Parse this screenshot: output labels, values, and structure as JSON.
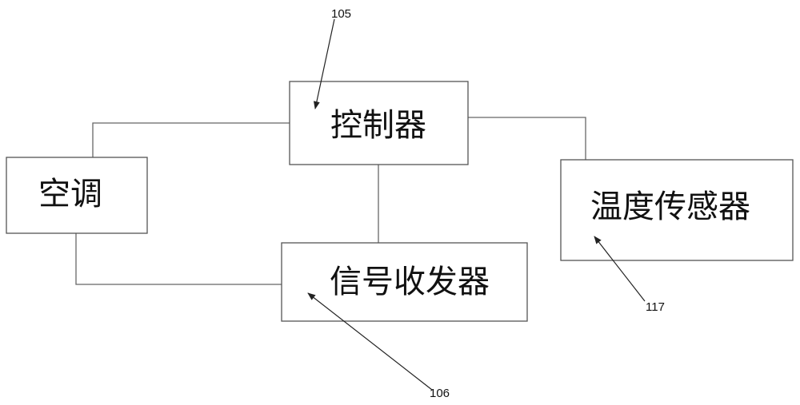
{
  "diagram": {
    "nodes": {
      "controller": {
        "label": "控制器"
      },
      "air_conditioner": {
        "label": "空调"
      },
      "temperature_sensor": {
        "label": "温度传感器"
      },
      "signal_transceiver": {
        "label": "信号收发器"
      }
    },
    "reference_numbers": {
      "controller_ref": "105",
      "transceiver_ref": "106",
      "sensor_ref": "117"
    },
    "connections": [
      {
        "from": "controller",
        "to": "air_conditioner"
      },
      {
        "from": "controller",
        "to": "temperature_sensor"
      },
      {
        "from": "controller",
        "to": "signal_transceiver"
      },
      {
        "from": "air_conditioner",
        "to": "signal_transceiver"
      }
    ]
  }
}
